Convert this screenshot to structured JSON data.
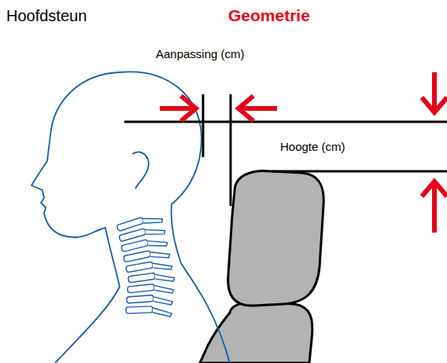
{
  "diagram": {
    "title": "Geometrie",
    "labels": [
      "Hoofdsteun",
      "Aanpassing (cm)",
      "Hoogte (cm)"
    ]
  }
}
